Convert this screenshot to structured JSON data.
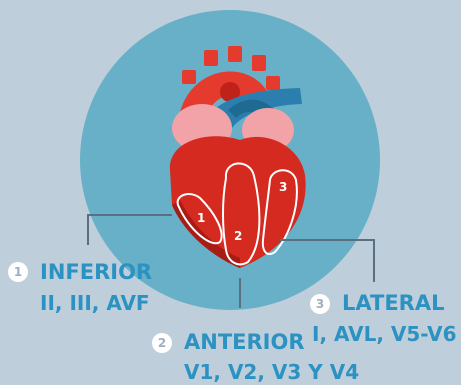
{
  "regions": [
    {
      "number": "1",
      "name": "INFERIOR",
      "leads": "II, III, AVF"
    },
    {
      "number": "2",
      "name": "ANTERIOR",
      "leads": "V1, V2, V3 Y V4"
    },
    {
      "number": "3",
      "name": "LATERAL",
      "leads": "I, AVL, V5-V6"
    }
  ],
  "colors": {
    "background": "#bfcedb",
    "circle": "#67b0c8",
    "heart_red": "#d52a1f",
    "heart_dark": "#a81c16",
    "artery_blue": "#2a7fae",
    "aorta_red": "#e53a2e",
    "atrium_pink": "#f2a3a8",
    "label_blue": "#2b92c2",
    "connector": "#5a6f80"
  }
}
